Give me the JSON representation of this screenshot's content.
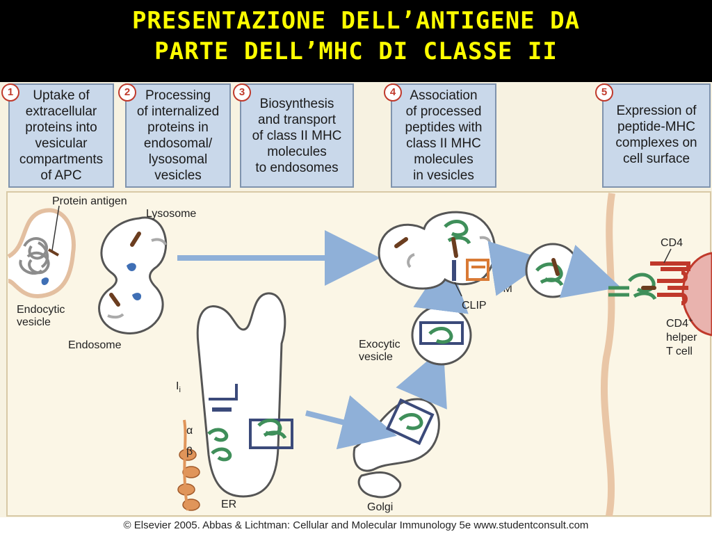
{
  "title": {
    "line1": "PRESENTAZIONE DELL’ANTIGENE DA",
    "line2": "PARTE DELL’MHC DI CLASSE II"
  },
  "steps": [
    {
      "number": "1",
      "text": "Uptake of\nextracellular\nproteins into\nvesicular\ncompartments\nof APC"
    },
    {
      "number": "2",
      "text": "Processing\nof internalized\nproteins in\nendosomal/\nlysosomal\nvesicles"
    },
    {
      "number": "3",
      "text": "Biosynthesis\nand transport\nof class II MHC\nmolecules\nto endosomes"
    },
    {
      "number": "4",
      "text": "Association\nof processed\npeptides with\nclass II MHC\nmolecules\nin vesicles"
    },
    {
      "number": "5",
      "text": "Expression of\npeptide-MHC\ncomplexes on\ncell surface"
    }
  ],
  "labels": {
    "protein_antigen": "Protein antigen",
    "lysosome": "Lysosome",
    "endocytic_vesicle_1": "Endocytic",
    "endocytic_vesicle_2": "vesicle",
    "endosome": "Endosome",
    "ii": "I",
    "ii_sub": "i",
    "alpha": "α",
    "beta": "β",
    "er": "ER",
    "golgi": "Golgi",
    "exocytic_1": "Exocytic",
    "exocytic_2": "vesicle",
    "clip": "CLIP",
    "dm": "DM",
    "cd4": "CD4",
    "cd4_helper_1": "CD4",
    "cd4_helper_sup": "+",
    "cd4_helper_2": "helper",
    "cd4_helper_3": "T cell"
  },
  "colors": {
    "title_text": "#ffff00",
    "step_box": "#c9d8ea",
    "membrane": "#e9c6a6",
    "mhc_green": "#3f8f5a",
    "invariant_chain": "#3b4a7a",
    "peptide_brown": "#6b3d1f",
    "arrow_blue": "#8fb0d8",
    "tcr_red": "#c0392b"
  },
  "footer": "© Elsevier 2005. Abbas & Lichtman: Cellular and Molecular Immunology 5e www.studentconsult.com"
}
